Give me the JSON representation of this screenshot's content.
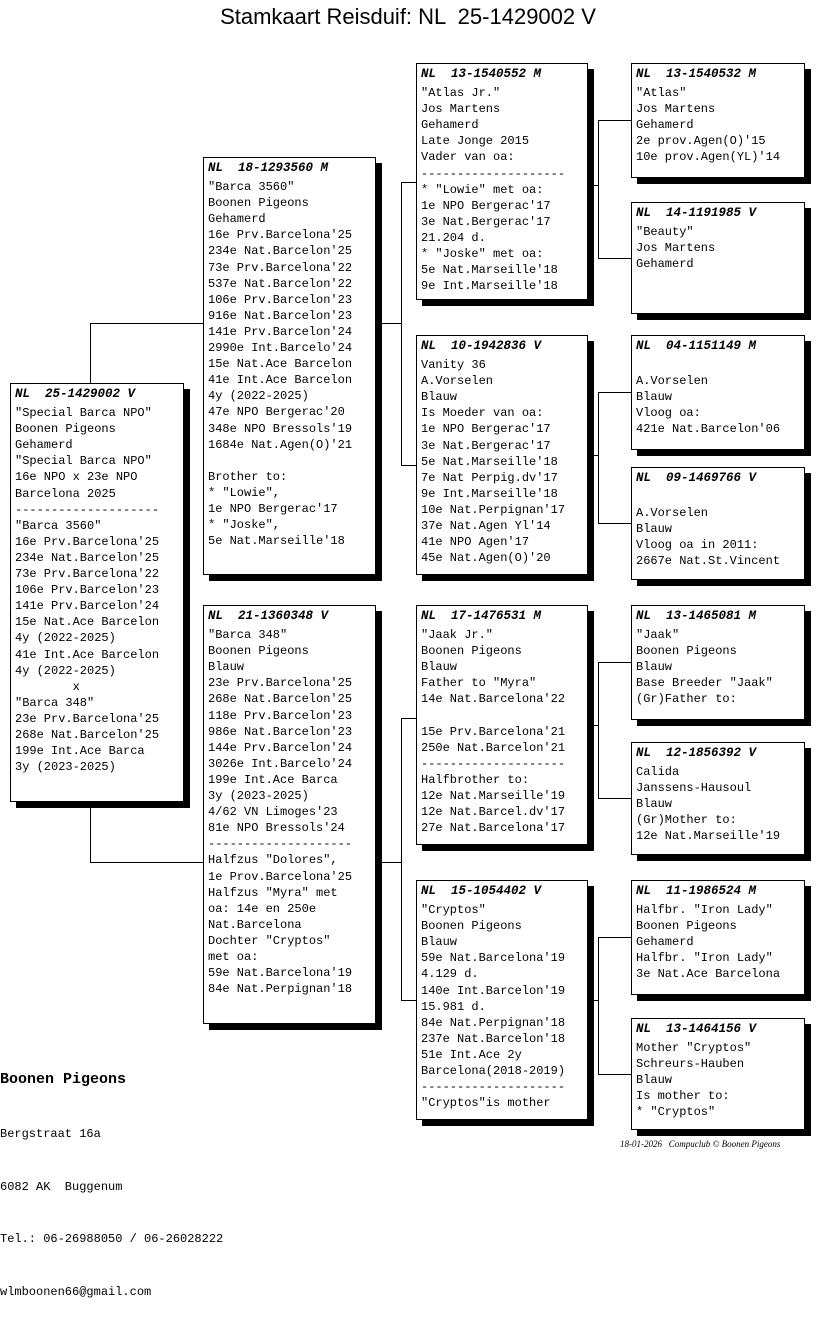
{
  "title": "Stamkaart Reisduif: NL  25-1429002 V",
  "pigeons": [
    {
      "id": "subject",
      "header": "NL  25-1429002 V",
      "lines": [
        "\"Special Barca NPO\"",
        "Boonen Pigeons",
        "Gehamerd",
        "\"Special Barca NPO\"",
        "16e NPO x 23e NPO",
        "Barcelona 2025",
        "--------------------",
        "\"Barca 3560\"",
        "16e Prv.Barcelona'25",
        "234e Nat.Barcelon'25",
        "73e Prv.Barcelona'22",
        "106e Prv.Barcelon'23",
        "141e Prv.Barcelon'24",
        "15e Nat.Ace Barcelon",
        "4y (2022-2025)",
        "41e Int.Ace Barcelon",
        "4y (2022-2025)",
        "        x",
        "\"Barca 348\"",
        "23e Prv.Barcelona'25",
        "268e Nat.Barcelon'25",
        "199e Int.Ace Barca",
        "3y (2023-2025)"
      ]
    },
    {
      "id": "sire",
      "header": "NL  18-1293560 M",
      "lines": [
        "\"Barca 3560\"",
        "Boonen Pigeons",
        "Gehamerd",
        "16e Prv.Barcelona'25",
        "234e Nat.Barcelon'25",
        "73e Prv.Barcelona'22",
        "537e Nat.Barcelon'22",
        "106e Prv.Barcelon'23",
        "916e Nat.Barcelon'23",
        "141e Prv.Barcelon'24",
        "2990e Int.Barcelo'24",
        "15e Nat.Ace Barcelon",
        "41e Int.Ace Barcelon",
        "4y (2022-2025)",
        "47e NPO Bergerac'20",
        "348e NPO Bressols'19",
        "1684e Nat.Agen(O)'21",
        "",
        "Brother to:",
        "* \"Lowie\",",
        "1e NPO Bergerac'17",
        "* \"Joske\",",
        "5e Nat.Marseille'18"
      ]
    },
    {
      "id": "dam",
      "header": "NL  21-1360348 V",
      "lines": [
        "\"Barca 348\"",
        "Boonen Pigeons",
        "Blauw",
        "23e Prv.Barcelona'25",
        "268e Nat.Barcelon'25",
        "118e Prv.Barcelon'23",
        "986e Nat.Barcelon'23",
        "144e Prv.Barcelon'24",
        "3026e Int.Barcelo'24",
        "199e Int.Ace Barca",
        "3y (2023-2025)",
        "4/62 VN Limoges'23",
        "81e NPO Bressols'24",
        "--------------------",
        "Halfzus \"Dolores\",",
        "1e Prov.Barcelona'25",
        "Halfzus \"Myra\" met",
        "oa: 14e en 250e",
        "Nat.Barcelona",
        "Dochter \"Cryptos\"",
        "met oa:",
        "59e Nat.Barcelona'19",
        "84e Nat.Perpignan'18"
      ]
    },
    {
      "id": "sire-sire",
      "header": "NL  13-1540552 M",
      "lines": [
        "\"Atlas Jr.\"",
        "Jos Martens",
        "Gehamerd",
        "Late Jonge 2015",
        "Vader van oa:",
        "--------------------",
        "* \"Lowie\" met oa:",
        "1e NPO Bergerac'17",
        "3e Nat.Bergerac'17",
        "21.204 d.",
        "* \"Joske\" met oa:",
        "5e Nat.Marseille'18",
        "9e Int.Marseille'18"
      ]
    },
    {
      "id": "sire-dam",
      "header": "NL  10-1942836 V",
      "lines": [
        "Vanity 36",
        "A.Vorselen",
        "Blauw",
        "Is Moeder van oa:",
        "1e NPO Bergerac'17",
        "3e Nat.Bergerac'17",
        "5e Nat.Marseille'18",
        "7e Nat Perpig.dv'17",
        "9e Int.Marseille'18",
        "10e Nat.Perpignan'17",
        "37e Nat.Agen Yl'14",
        "41e NPO Agen'17",
        "45e Nat.Agen(O)'20"
      ]
    },
    {
      "id": "dam-sire",
      "header": "NL  17-1476531 M",
      "lines": [
        "\"Jaak Jr.\"",
        "Boonen Pigeons",
        "Blauw",
        "Father to \"Myra\"",
        "14e Nat.Barcelona'22",
        "",
        "15e Prv.Barcelona'21",
        "250e Nat.Barcelon'21",
        "--------------------",
        "Halfbrother to:",
        "12e Nat.Marseille'19",
        "12e Nat.Barcel.dv'17",
        "27e Nat.Barcelona'17"
      ]
    },
    {
      "id": "dam-dam",
      "header": "NL  15-1054402 V",
      "lines": [
        "\"Cryptos\"",
        "Boonen Pigeons",
        "Blauw",
        "59e Nat.Barcelona'19",
        "4.129 d.",
        "140e Int.Barcelon'19",
        "15.981 d.",
        "84e Nat.Perpignan'18",
        "237e Nat.Barcelon'18",
        "51e Int.Ace 2y",
        "Barcelona(2018-2019)",
        "--------------------",
        "\"Cryptos\"is mother"
      ]
    },
    {
      "id": "sss",
      "header": "NL  13-1540532 M",
      "lines": [
        "\"Atlas\"",
        "Jos Martens",
        "Gehamerd",
        "2e prov.Agen(O)'15",
        "10e prov.Agen(YL)'14"
      ]
    },
    {
      "id": "ssd",
      "header": "NL  14-1191985 V",
      "lines": [
        "\"Beauty\"",
        "Jos Martens",
        "Gehamerd"
      ]
    },
    {
      "id": "sds",
      "header": "NL  04-1151149 M",
      "lines": [
        "",
        "A.Vorselen",
        "Blauw",
        "Vloog oa:",
        "421e Nat.Barcelon'06"
      ]
    },
    {
      "id": "sdd",
      "header": "NL  09-1469766 V",
      "lines": [
        "",
        "A.Vorselen",
        "Blauw",
        "Vloog oa in 2011:",
        "2667e Nat.St.Vincent"
      ]
    },
    {
      "id": "dss",
      "header": "NL  13-1465081 M",
      "lines": [
        "\"Jaak\"",
        "Boonen Pigeons",
        "Blauw",
        "Base Breeder \"Jaak\"",
        "(Gr)Father to:"
      ]
    },
    {
      "id": "dsd",
      "header": "NL  12-1856392 V",
      "lines": [
        "Calida",
        "Janssens-Hausoul",
        "Blauw",
        "(Gr)Mother to:",
        "12e Nat.Marseille'19"
      ]
    },
    {
      "id": "dds",
      "header": "NL  11-1986524 M",
      "lines": [
        "Halfbr. \"Iron Lady\"",
        "Boonen Pigeons",
        "Gehamerd",
        "Halfbr. \"Iron Lady\"",
        "3e Nat.Ace Barcelona"
      ]
    },
    {
      "id": "ddd",
      "header": "NL  13-1464156 V",
      "lines": [
        "Mother \"Cryptos\"",
        "Schreurs-Hauben",
        "Blauw",
        "Is mother to:",
        "* \"Cryptos\""
      ]
    }
  ],
  "breeder": {
    "name": "Boonen Pigeons",
    "street": "Bergstraat 16a",
    "city": "6082 AK  Buggenum",
    "phone": "Tel.: 06-26988050 / 06-26028222",
    "email": "wlmboonen66@gmail.com"
  },
  "footer": "18-01-2026   Compuclub © Boonen Pigeons"
}
